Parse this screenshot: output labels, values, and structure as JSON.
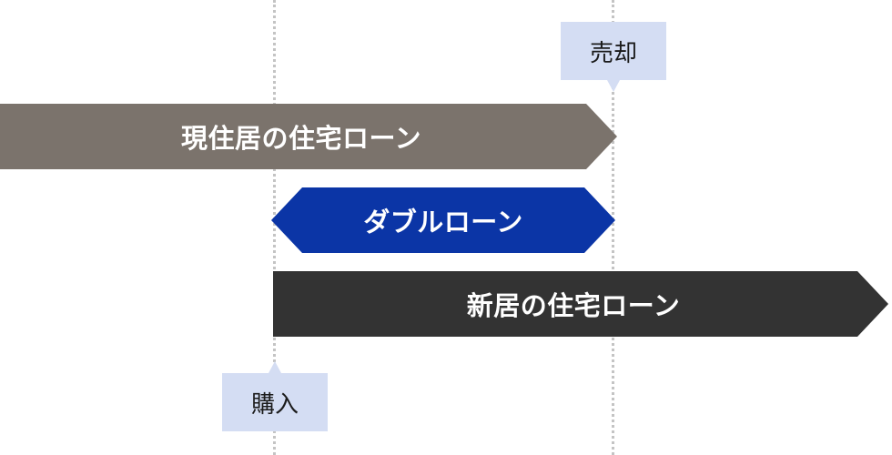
{
  "markers": {
    "sale_label": "売却",
    "purchase_label": "購入"
  },
  "loans": {
    "current": "現住居の住宅ローン",
    "double": "ダブルローン",
    "new": "新居の住宅ローン"
  },
  "colors": {
    "current_loan": "#7b736c",
    "double_loan": "#0b35a6",
    "new_loan": "#333333",
    "callout_bg": "#d4ddf3",
    "guide_line": "#c4c4c4"
  }
}
